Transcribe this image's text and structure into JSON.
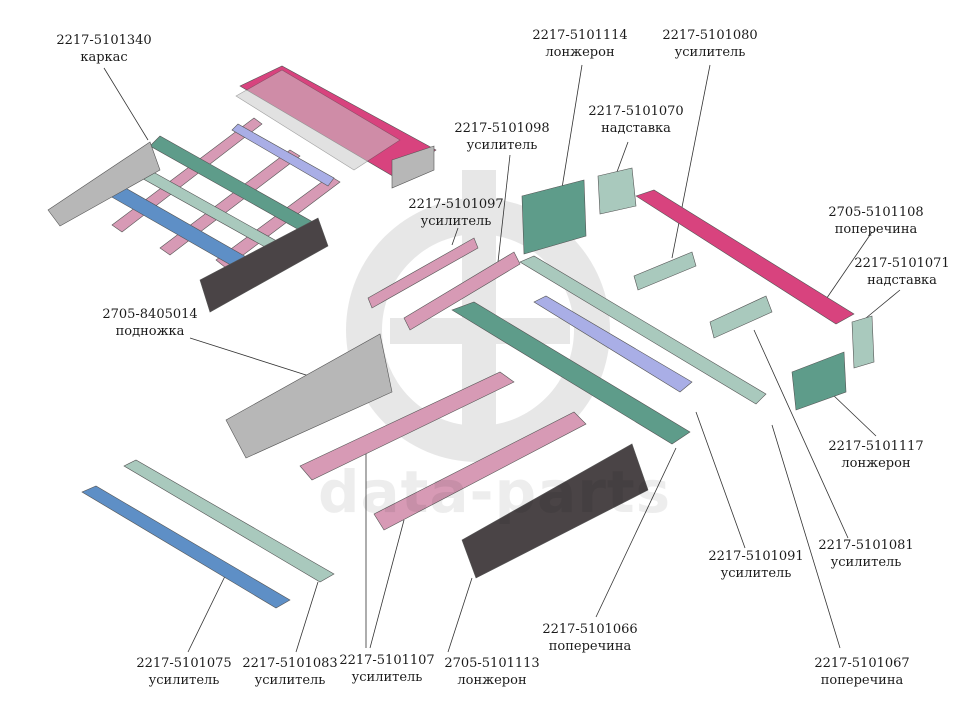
{
  "watermark": {
    "text": "data-parts"
  },
  "labels": {
    "karkas": {
      "code": "2217-5101340",
      "name": "каркас"
    },
    "lonzheron_1114": {
      "code": "2217-5101114",
      "name": "лонжерон"
    },
    "usilitel_1080": {
      "code": "2217-5101080",
      "name": "усилитель"
    },
    "nadstavka_1070": {
      "code": "2217-5101070",
      "name": "надставка"
    },
    "usilitel_1098": {
      "code": "2217-5101098",
      "name": "усилитель"
    },
    "usilitel_1097": {
      "code": "2217-5101097",
      "name": "усилитель"
    },
    "poperechina_1108": {
      "code": "2705-5101108",
      "name": "поперечина"
    },
    "nadstavka_1071": {
      "code": "2217-5101071",
      "name": "надставка"
    },
    "podnozhka": {
      "code": "2705-8405014",
      "name": "подножка"
    },
    "lonzheron_1117": {
      "code": "2217-5101117",
      "name": "лонжерон"
    },
    "usilitel_1091": {
      "code": "2217-5101091",
      "name": "усилитель"
    },
    "usilitel_1081": {
      "code": "2217-5101081",
      "name": "усилитель"
    },
    "poperechina_1066": {
      "code": "2217-5101066",
      "name": "поперечина"
    },
    "poperechina_1067": {
      "code": "2217-5101067",
      "name": "поперечина"
    },
    "usilitel_1075": {
      "code": "2217-5101075",
      "name": "усилитель"
    },
    "usilitel_1083": {
      "code": "2217-5101083",
      "name": "усилитель"
    },
    "usilitel_1107": {
      "code": "2217-5101107",
      "name": "усилитель"
    },
    "lonzheron_1113": {
      "code": "2705-5101113",
      "name": "лонжерон"
    }
  },
  "colors": {
    "magenta": "#d8437e",
    "pink": "#d79ab5",
    "teal": "#5e9c8a",
    "teal_light": "#a9c9bd",
    "blue": "#5e8fc6",
    "lavender": "#a9aee6",
    "gray": "#b7b7b7",
    "dark": "#4a4446"
  }
}
